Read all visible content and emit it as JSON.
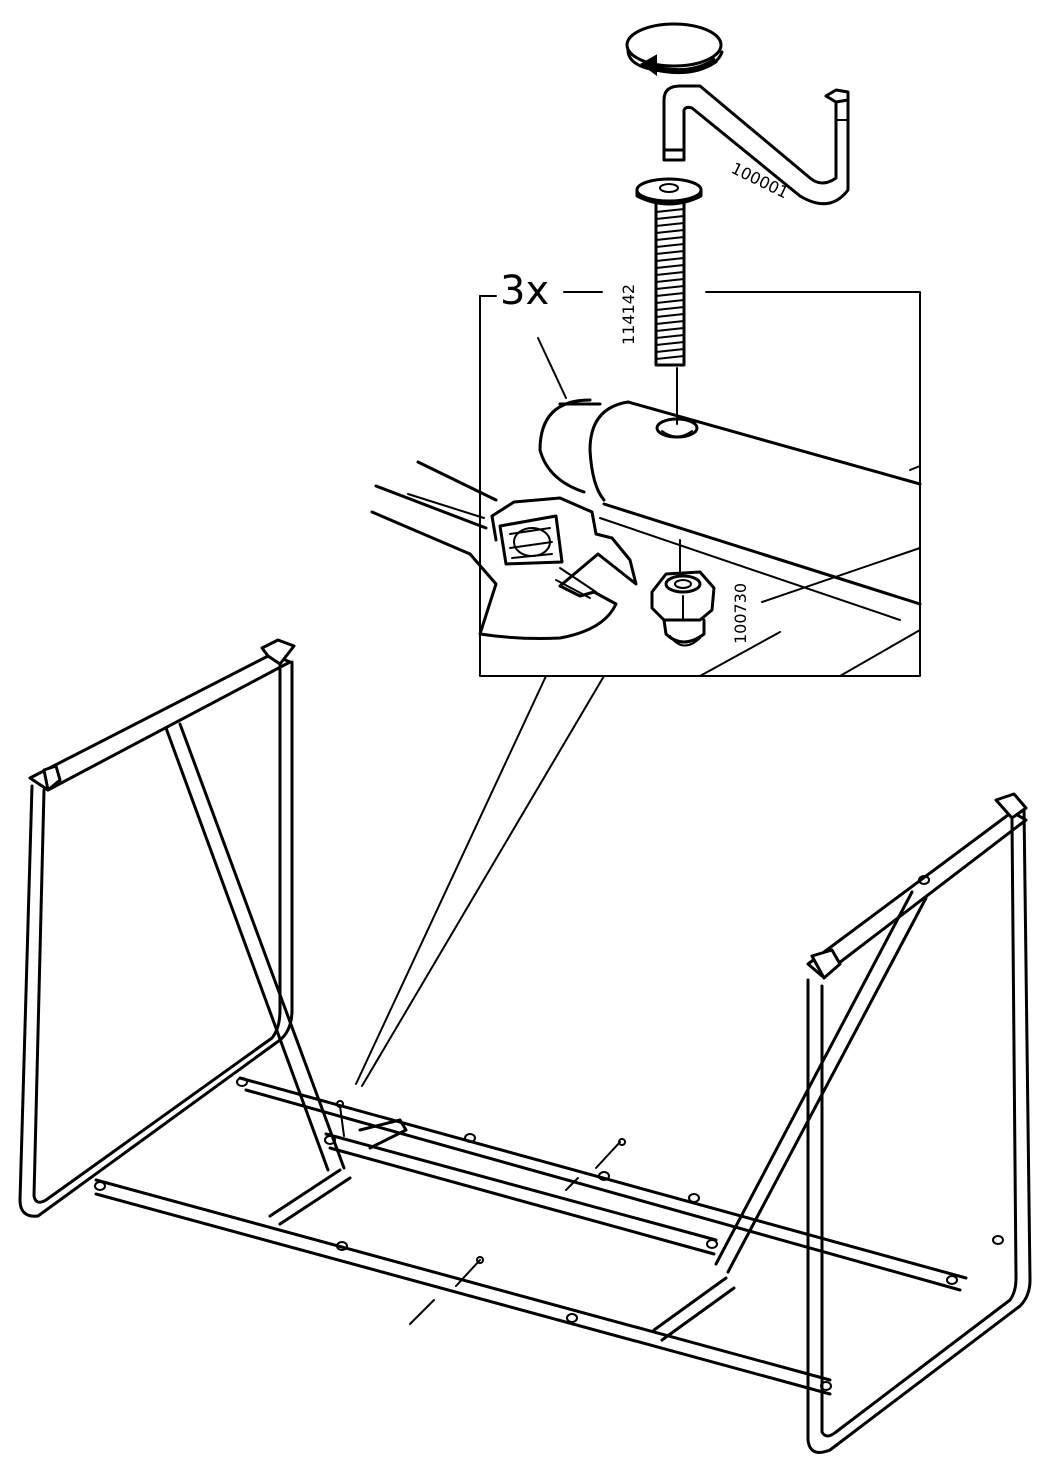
{
  "callout": {
    "quantity": "3x"
  },
  "parts": {
    "allen_key": "100001",
    "bolt": "114142",
    "nut": "100730"
  }
}
